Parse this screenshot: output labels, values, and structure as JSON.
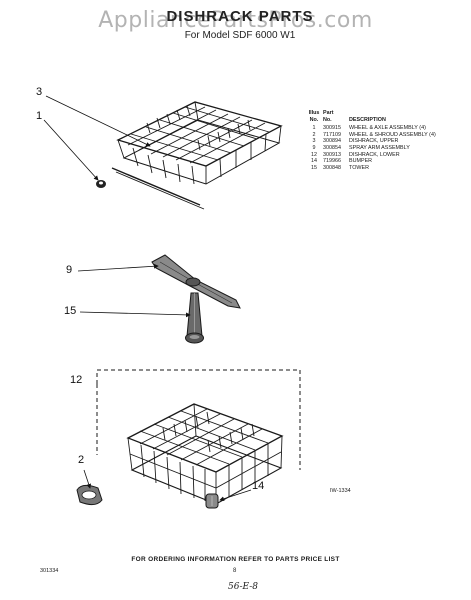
{
  "watermark": "AppliancePartsPros.com",
  "title": "DISHRACK PARTS",
  "subtitle": "For Model SDF 6000 W1",
  "parts_table": {
    "header_illus": [
      "Illus",
      "No."
    ],
    "header_part": [
      "Part",
      "No."
    ],
    "header_desc": "DESCRIPTION",
    "rows": [
      {
        "illus": "1",
        "part": "300915",
        "desc": "WHEEL & AXLE ASSEMBLY (4)"
      },
      {
        "illus": "2",
        "part": "717109",
        "desc": "WHEEL & SHROUD ASSEMBLY (4)"
      },
      {
        "illus": "3",
        "part": "300894",
        "desc": "DISHRACK, UPPER"
      },
      {
        "illus": "9",
        "part": "300854",
        "desc": "SPRAY ARM ASSEMBLY"
      },
      {
        "illus": "12",
        "part": "300913",
        "desc": "DISHRACK, LOWER"
      },
      {
        "illus": "14",
        "part": "719966",
        "desc": "BUMPER"
      },
      {
        "illus": "15",
        "part": "300848",
        "desc": "TOWER"
      }
    ]
  },
  "callouts": {
    "c3": "3",
    "c1": "1",
    "c9": "9",
    "c15": "15",
    "c12": "12",
    "c2": "2",
    "c14": "14"
  },
  "part_code": "IW-1334",
  "footer_note": "FOR ORDERING INFORMATION REFER TO PARTS PRICE LIST",
  "doc_code": "301334",
  "page_number": "8",
  "handwritten_note": "56-E-8"
}
